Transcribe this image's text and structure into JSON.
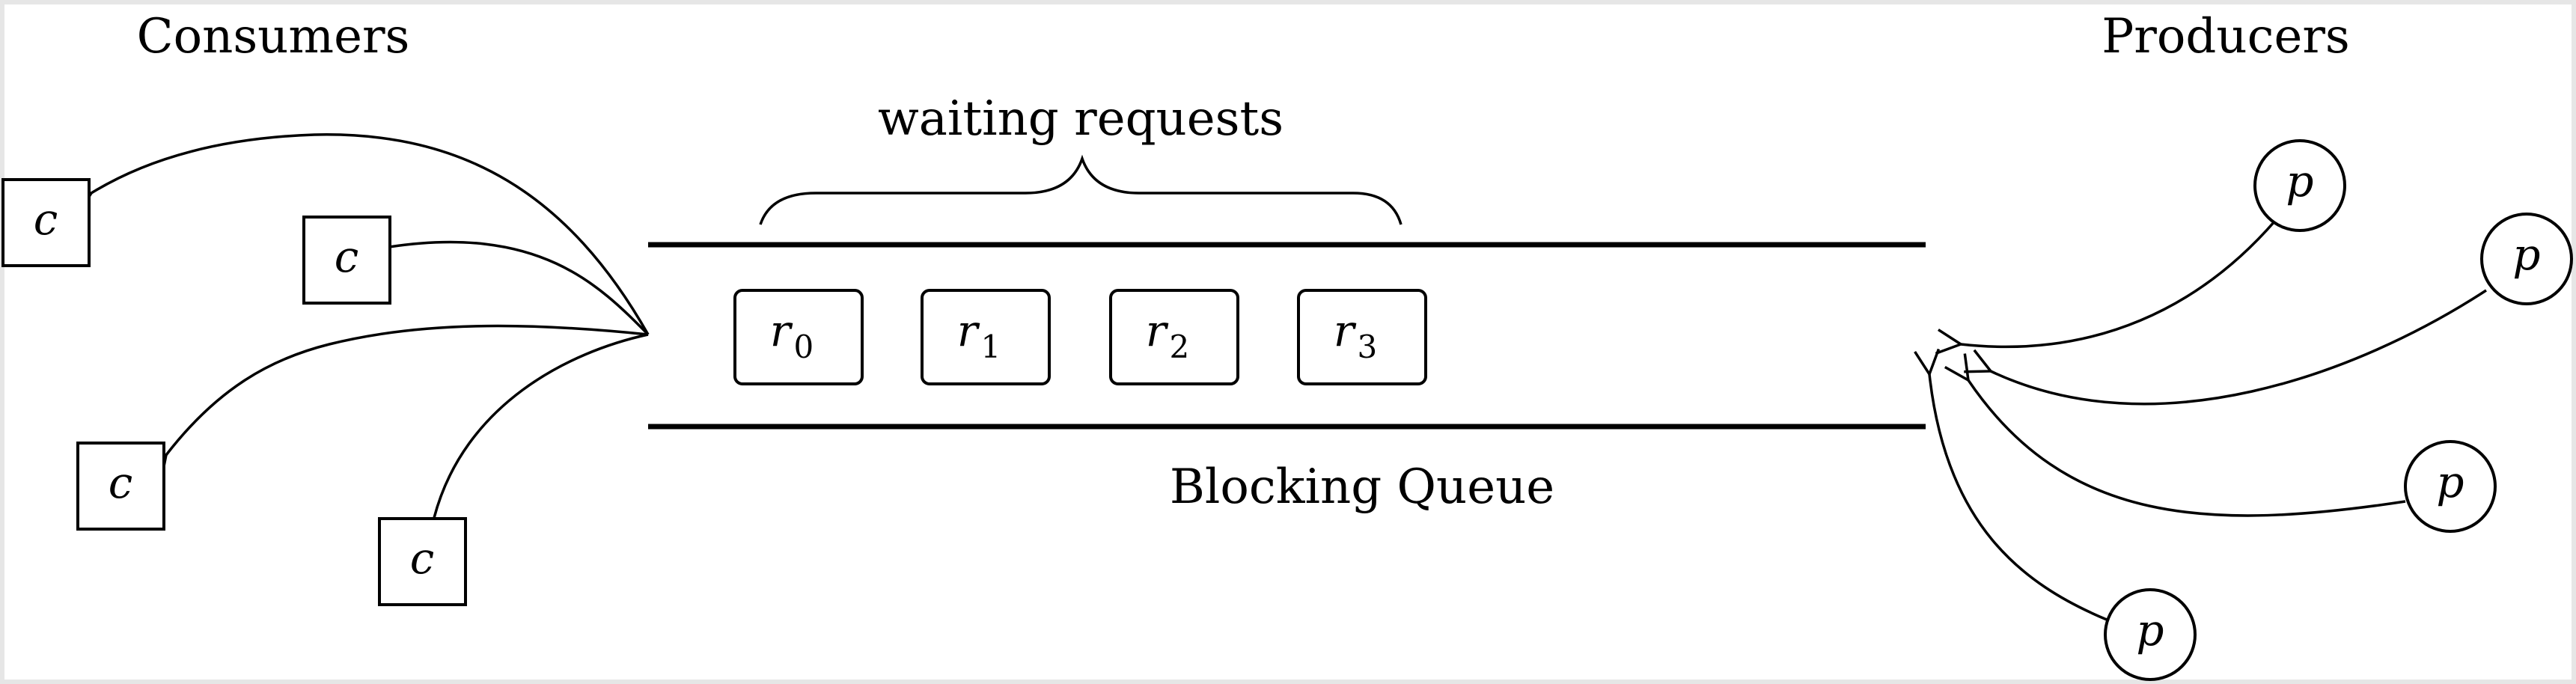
{
  "titles": {
    "consumers": "Consumers",
    "producers": "Producers"
  },
  "queue": {
    "label": "Blocking Queue",
    "brace_label": "waiting requests",
    "requests": [
      {
        "base": "r",
        "sub": "0"
      },
      {
        "base": "r",
        "sub": "1"
      },
      {
        "base": "r",
        "sub": "2"
      },
      {
        "base": "r",
        "sub": "3"
      }
    ]
  },
  "consumers": [
    {
      "label": "c"
    },
    {
      "label": "c"
    },
    {
      "label": "c"
    },
    {
      "label": "c"
    }
  ],
  "producers": [
    {
      "label": "p"
    },
    {
      "label": "p"
    },
    {
      "label": "p"
    },
    {
      "label": "p"
    }
  ]
}
